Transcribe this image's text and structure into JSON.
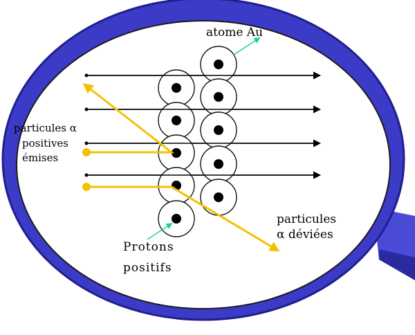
{
  "labels": {
    "gold_atom": "atome Au",
    "emitted_line1": "particules α",
    "emitted_line2": "positives",
    "emitted_line3": "émises",
    "deflected_line1": "particules",
    "deflected_line2": "α déviées",
    "protons_line1": "Protons",
    "protons_line2": "positifs"
  },
  "colors": {
    "lens_ring": "#3b3bc8",
    "lens_ring_dark": "#1f1f8c",
    "handle": "#4a4ad6",
    "alpha_particle": "#f2c200",
    "pointer_arrow": "#1ccf9a",
    "beam": "#000000",
    "atom": "#000000"
  }
}
